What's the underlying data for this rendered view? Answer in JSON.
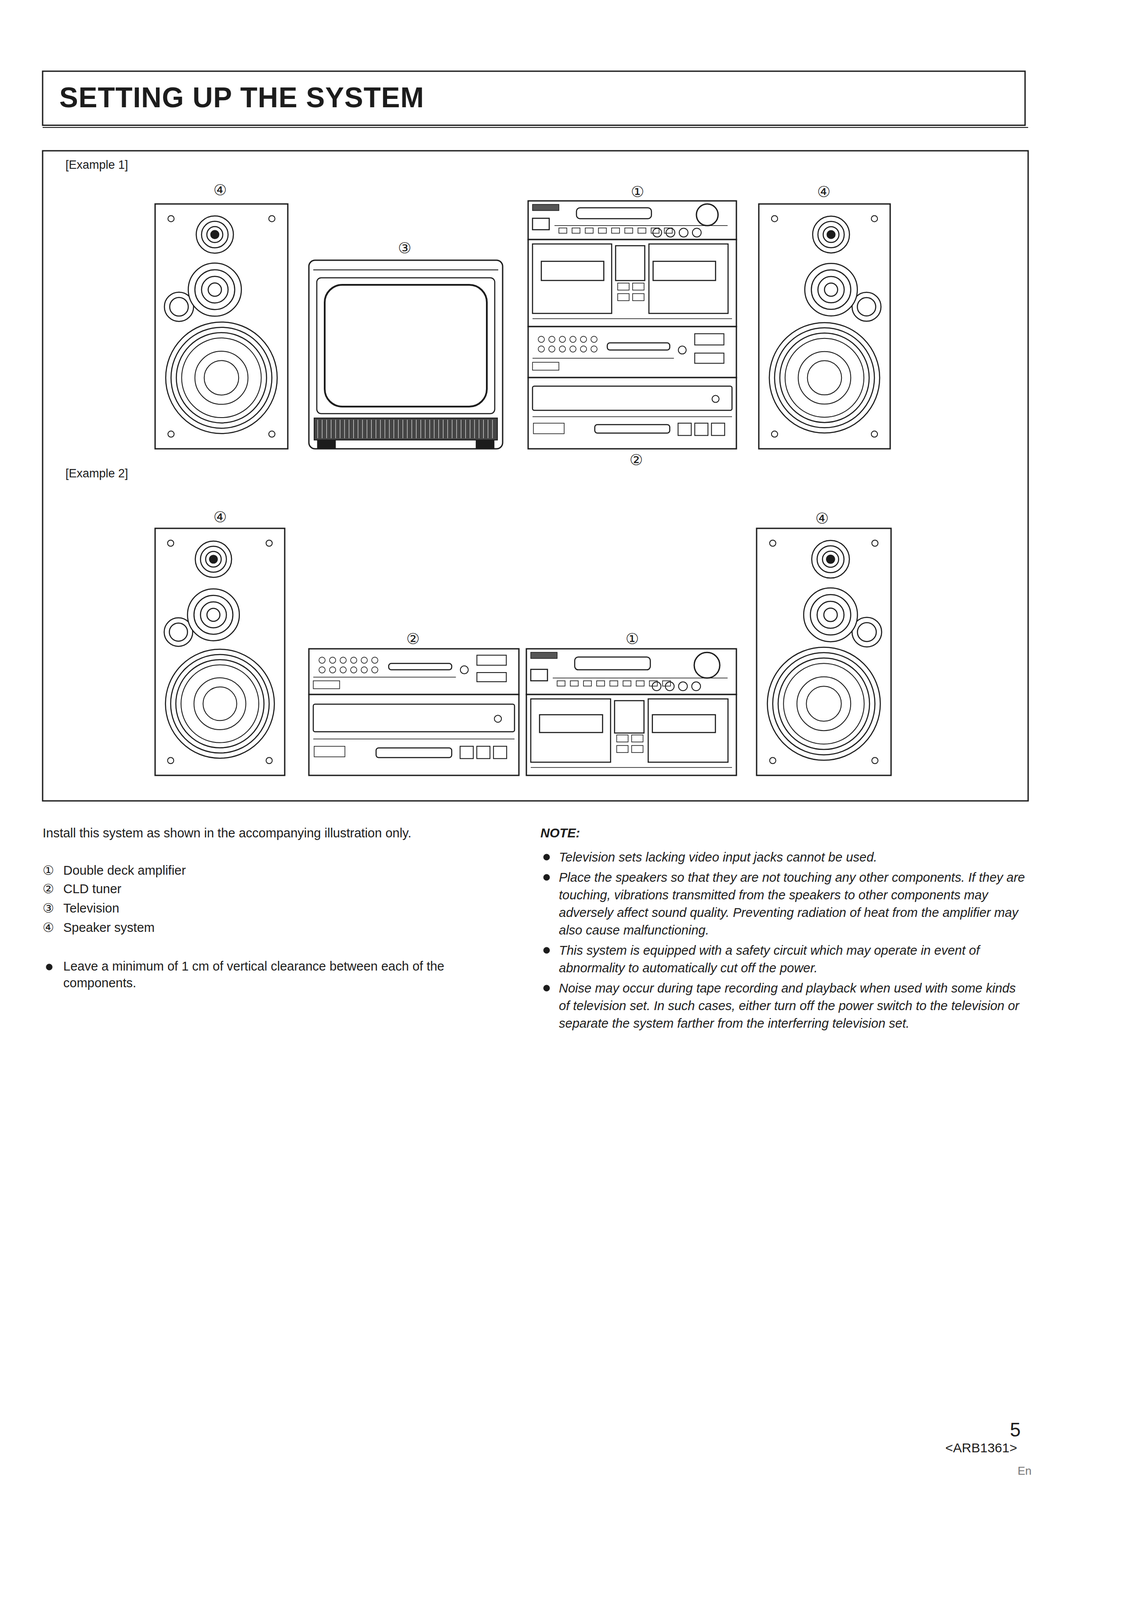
{
  "diagram": {
    "title": "SETTING UP THE SYSTEM",
    "labels": [
      "[Example 1]",
      "④",
      "①",
      "④",
      "③",
      "②",
      "[Example 2]",
      "④",
      "④",
      "②",
      "①",
      "Install this system as shown in the accompanying illustration only.",
      "①",
      "Double deck amplifier",
      "②",
      "CLD tuner",
      "③",
      "Television",
      "④",
      "Speaker system",
      "Leave a minimum of 1 cm of vertical clearance between each of the components.",
      "NOTE:",
      "Television sets lacking video input jacks cannot be used.",
      "Place the speakers so that they are not touching any other components. If they are touching, vibrations transmitted from the speakers to other components may adversely affect sound quality. Preventing radiation of heat from the amplifier may also cause malfunctioning.",
      "This system is equipped with a safety circuit which may operate in event of abnormality to automatically cut off the power.",
      "Noise may occur during tape recording and playback when used with some kinds of television set. In such cases, either turn off the power switch to the television or separate the system farther from the interferring television set.",
      "5",
      "<ARB1361>",
      "En"
    ]
  }
}
